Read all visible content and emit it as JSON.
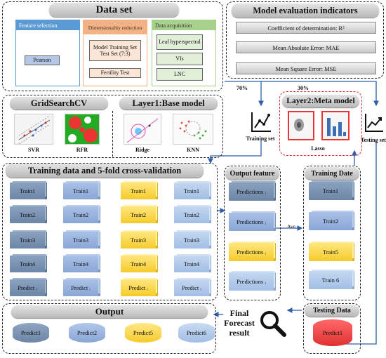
{
  "dataset": {
    "title": "Data set",
    "feature_selection": {
      "title": "Feature selection",
      "method": "Pearson"
    },
    "dim_reduction": {
      "title": "Dimensionality reduction",
      "split": "Model Training Set Test Set (7:3)",
      "fertility": "Fertility Test"
    },
    "acquisition": {
      "title": "Data acquisition",
      "items": [
        "Leaf hyperspectral",
        "VIs",
        "LNC"
      ]
    }
  },
  "metrics": {
    "title": "Model evaluation indicators",
    "items": [
      "Coefficient of determination: R²",
      "Mean Absolute Error: MAE",
      "Mean Square Error: MSE"
    ]
  },
  "split": {
    "train_pct": "70%",
    "test_pct": "30%"
  },
  "gridsearch": {
    "title": "GridSearchCV",
    "models": [
      "SVR",
      "RFR"
    ]
  },
  "layer1": {
    "title": "Layer1:Base model",
    "models": [
      "Ridge",
      "KNN"
    ]
  },
  "layer2": {
    "title": "Layer2:Meta model",
    "model": "Lasso"
  },
  "training_set_label": "Training set",
  "testing_set_label": "Testing set",
  "cv": {
    "title": "Training data and 5-fold cross-validation",
    "columns": [
      [
        "Train1",
        "Train2",
        "Train3",
        "Train4",
        "Predict ᵢ"
      ],
      [
        "Train1",
        "Train2",
        "Train3",
        "Train4",
        "Predict ᵢ"
      ],
      [
        "Train1",
        "Train2",
        "Train3",
        "Train4",
        "Predict ᵢ"
      ],
      [
        "Train1",
        "Train2",
        "Train3",
        "Train4",
        "Predict ᵢ"
      ]
    ]
  },
  "output_feature": {
    "title": "Output feature",
    "items": [
      "Predictions ᵢ",
      "Predictions ᵢ",
      "Predictions ᵢ",
      "Predictions ᵢ"
    ]
  },
  "ave_label": "Ave",
  "training_date": {
    "title": "Training Date",
    "items": [
      "Train1",
      "Train2",
      "Train5",
      "Train 6"
    ]
  },
  "output": {
    "title": "Output",
    "items": [
      "Predict1",
      "Predict2",
      "Predict5",
      "Predict6"
    ]
  },
  "final_result": "Final Forecast result",
  "testing_data": {
    "title": "Testing Data",
    "item": "Predict1"
  },
  "colors": {
    "blue_header": "#5b9bd5",
    "orange_header": "#f4b183",
    "green_header": "#a9d18e",
    "dark_blue": "#6d86a6",
    "yellow": "#f5cc2a",
    "red": "#e63c3c"
  }
}
